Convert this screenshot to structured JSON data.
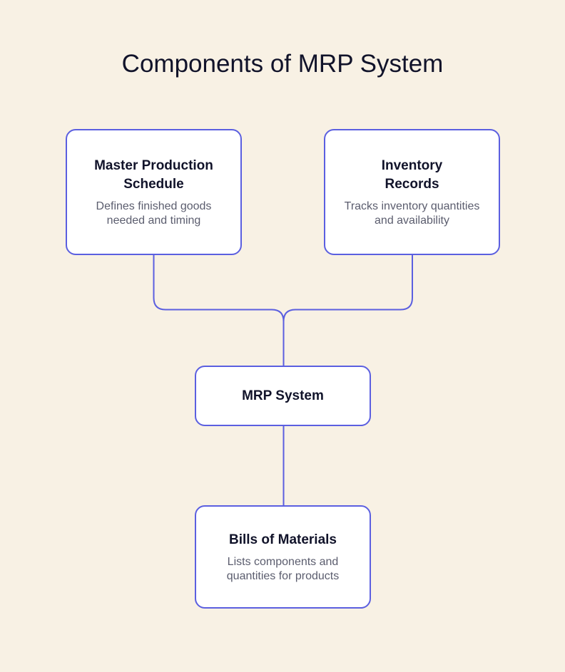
{
  "diagram": {
    "title": "Components of MRP System",
    "colors": {
      "background": "#f8f1e4",
      "border": "#5b5fe0",
      "title_text": "#11132a",
      "desc_text": "#5b5d6e",
      "node_fill": "#ffffff"
    },
    "nodes": {
      "mps": {
        "title": "Master Production Schedule",
        "description": "Defines finished goods needed and timing"
      },
      "inventory": {
        "title": "Inventory Records",
        "description": "Tracks inventory quantities and availability"
      },
      "mrp": {
        "title": "MRP System"
      },
      "bom": {
        "title": "Bills of Materials",
        "description": "Lists components and quantities for products"
      }
    },
    "edges": [
      {
        "from": "Master Production Schedule",
        "to": "MRP System"
      },
      {
        "from": "Inventory Records",
        "to": "MRP System"
      },
      {
        "from": "MRP System",
        "to": "Bills of Materials"
      }
    ]
  }
}
